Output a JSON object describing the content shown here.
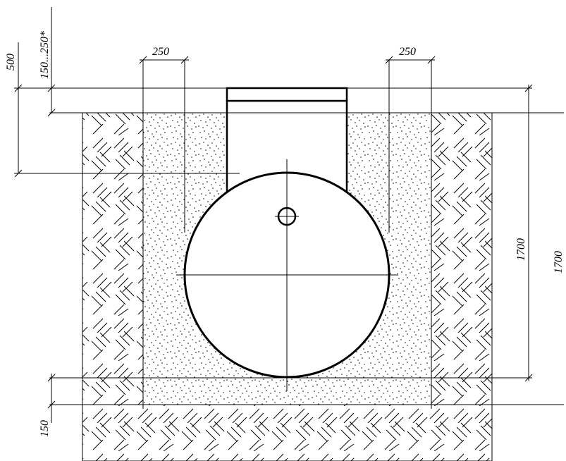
{
  "dimensions": {
    "cover_depth_range": "150...250*",
    "neck_height": "500",
    "sand_width_left": "250",
    "sand_width_right": "250",
    "tank_height_inner": "1700",
    "tank_height_outer": "1700",
    "base_thickness": "150"
  },
  "colors": {
    "line": "#000000",
    "background": "#ffffff",
    "sand_dot": "#000000"
  }
}
